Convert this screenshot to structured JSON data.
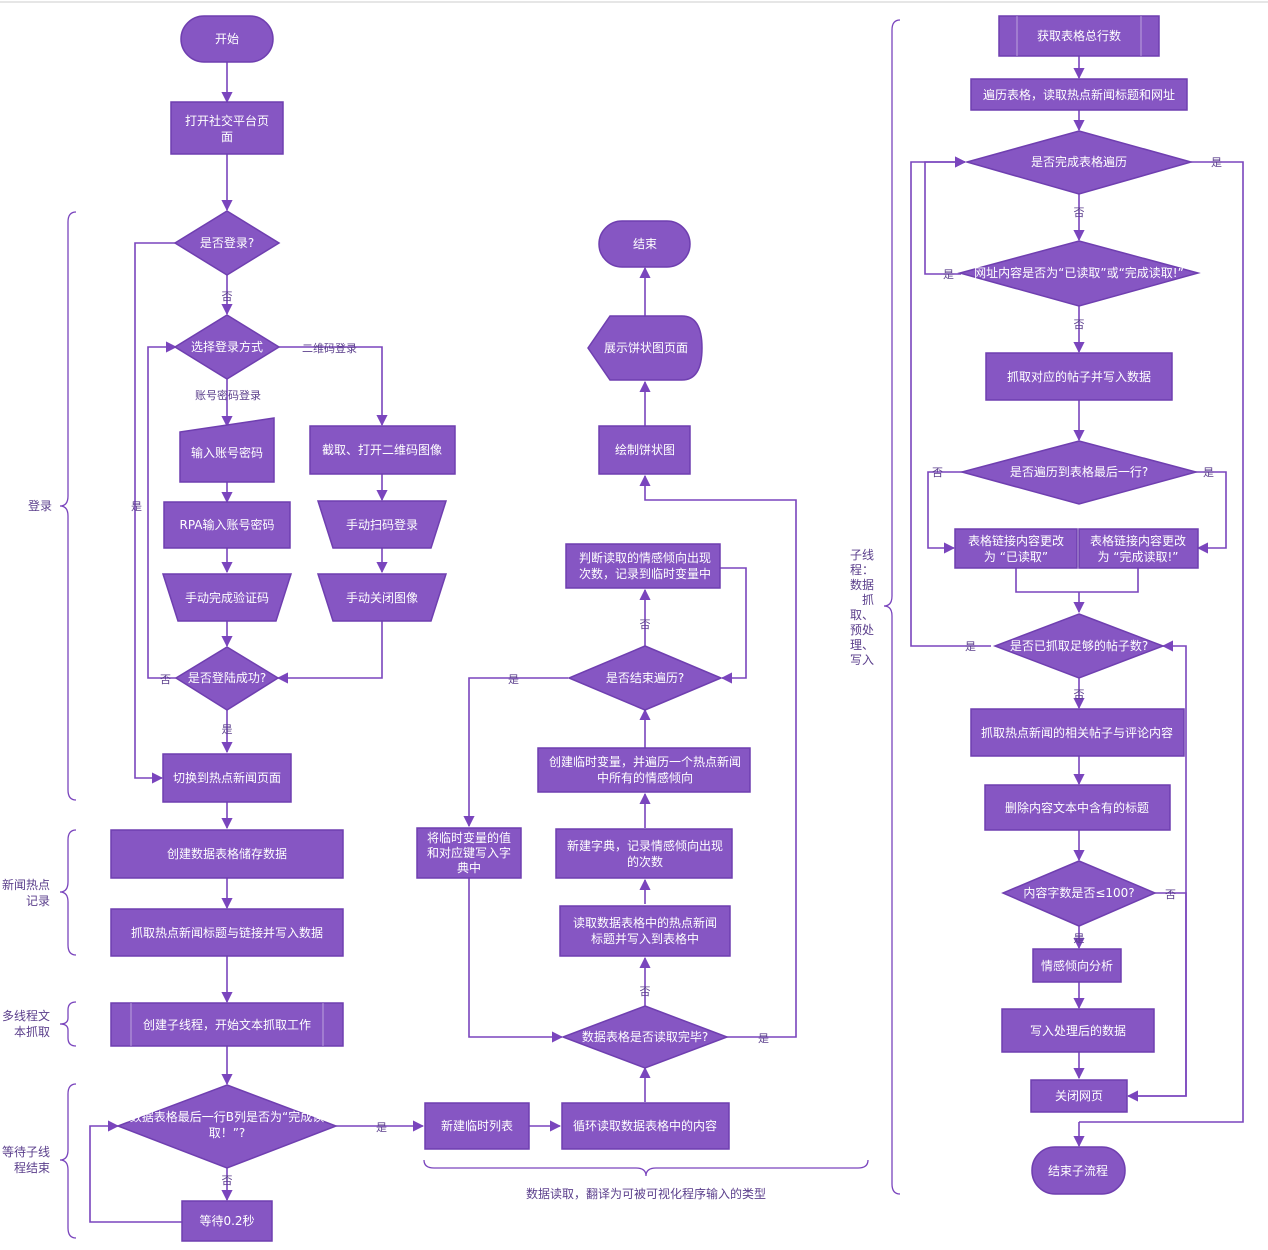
{
  "colors": {
    "node_fill": "#8656c3",
    "line": "#7a45bd",
    "label_text": "#5b3f8c"
  },
  "nodes": {
    "start": "开始",
    "open_page": [
      "打开社交平台页",
      "面"
    ],
    "is_login": "是否登录?",
    "choose_login": "选择登录方式",
    "input_account": "输入账号密码",
    "capture_qr": "截取、打开二维码图像",
    "rpa_input": "RPA输入账号密码",
    "manual_scan": "手动扫码登录",
    "manual_verify": "手动完成验证码",
    "manual_close": "手动关闭图像",
    "login_success": "是否登陆成功?",
    "switch_news": "切换到热点新闻页面",
    "create_table": "创建数据表格储存数据",
    "grab_titles": "抓取热点新闻标题与链接并写入数据",
    "create_thread": "创建子线程，开始文本抓取工作",
    "check_last_row": [
      "数据表格最后一行B列是否为“完成读",
      "取！”?"
    ],
    "wait": "等待0.2秒",
    "new_temp_list": "新建临时列表",
    "loop_read": "循环读取数据表格中的内容",
    "table_done": "数据表格是否读取完毕?",
    "read_titles": [
      "读取数据表格中的热点新闻",
      "标题并写入到表格中"
    ],
    "new_dict": [
      "新建字典，记录情感倾向出现",
      "的次数"
    ],
    "create_temp_var": [
      "创建临时变量，并遍历一个热点新闻",
      "中所有的情感倾向"
    ],
    "traverse_done": "是否结束遍历?",
    "write_dict": [
      "将临时变量的值",
      "和对应键写入字",
      "典中"
    ],
    "judge_count": [
      "判断读取的情感倾向出现",
      "次数，记录到临时变量中"
    ],
    "draw_pie": "绘制饼状图",
    "show_pie": "展示饼状图页面",
    "end": "结束",
    "get_rows": "获取表格总行数",
    "traverse_table": "遍历表格，读取热点新闻标题和网址",
    "traverse_complete": "是否完成表格遍历",
    "url_read": "网址内容是否为“已读取”或“完成读取!”",
    "grab_posts": "抓取对应的帖子并写入数据",
    "last_row": "是否遍历到表格最后一行?",
    "mark_read": [
      "表格链接内容更改",
      "为 “已读取”"
    ],
    "mark_done": [
      "表格链接内容更改",
      "为 “完成读取!”"
    ],
    "enough_posts": "是否已抓取足够的帖子数?",
    "grab_comments": "抓取热点新闻的相关帖子与评论内容",
    "delete_title": "删除内容文本中含有的标题",
    "length_check": "内容字数是否≤100?",
    "sentiment": "情感倾向分析",
    "write_processed": "写入处理后的数据",
    "close_page": "关闭网页",
    "end_sub": "结束子流程"
  },
  "edge_labels": {
    "yes": "是",
    "no": "否",
    "qr_login": "二维码登录",
    "account_login": "账号密码登录"
  },
  "groups": {
    "login": "登录",
    "news_record": [
      "新闻热点",
      "记录"
    ],
    "thread_text": [
      "多线程文",
      "本抓取"
    ],
    "wait_thread": [
      "等待子线",
      "程结束"
    ],
    "data_read": "数据读取，翻译为可被可视化程序输入的类型",
    "subthread": [
      "子线",
      "程：",
      "数据",
      "抓",
      "取、",
      "预处",
      "理、",
      "写入"
    ]
  }
}
